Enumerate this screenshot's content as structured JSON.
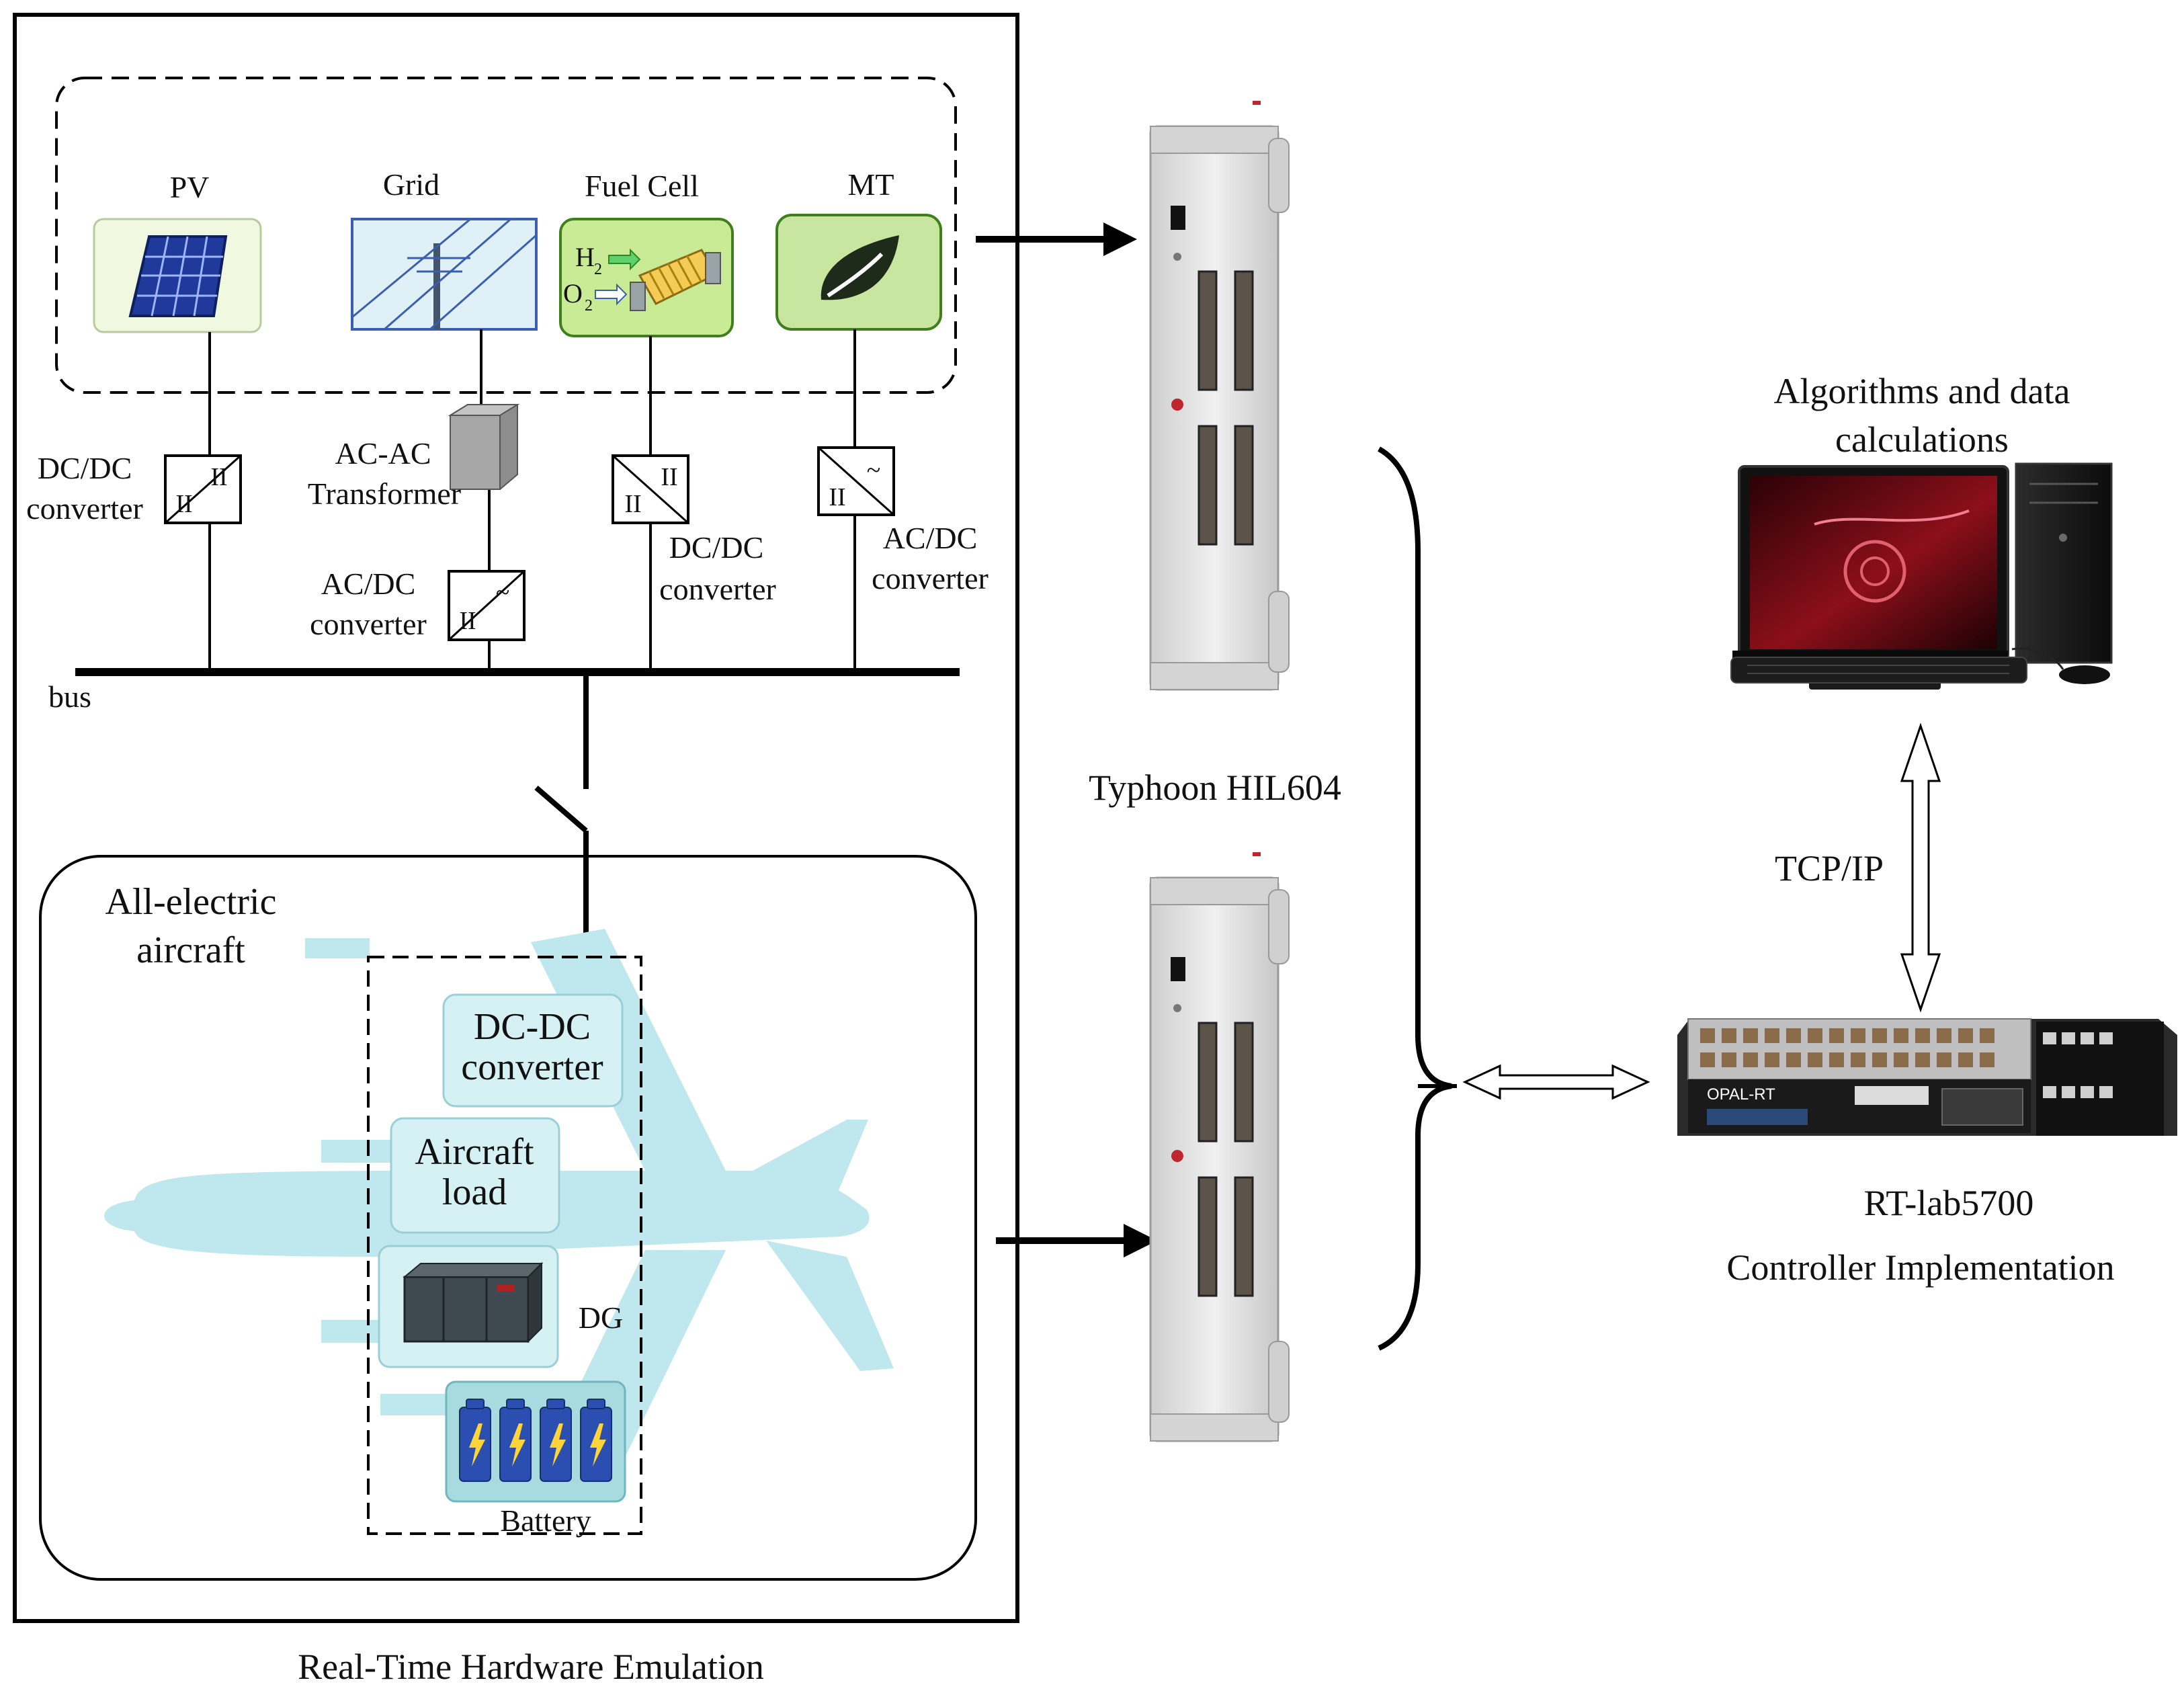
{
  "sources": {
    "pv": "PV",
    "grid": "Grid",
    "fuel_cell": "Fuel Cell",
    "mt": "MT",
    "h2": "H",
    "h2_sub": "2",
    "o2": "O",
    "o2_sub": "2"
  },
  "converters": {
    "pv_dcdc_line1": "DC/DC",
    "pv_dcdc_line2": "converter",
    "acac_line1": "AC-AC",
    "acac_line2": "Transformer",
    "grid_acdc_line1": "AC/DC",
    "grid_acdc_line2": "converter",
    "fc_dcdc_line1": "DC/DC",
    "fc_dcdc_line2": "converter",
    "mt_acdc_line1": "AC/DC",
    "mt_acdc_line2": "converter"
  },
  "bus_label": "bus",
  "aircraft": {
    "title_line1": "All-electric",
    "title_line2": "aircraft",
    "dcdc_line1": "DC-DC",
    "dcdc_line2": "converter",
    "load_line1": "Aircraft",
    "load_line2": "load",
    "dg": "DG",
    "battery": "Battery"
  },
  "emulation_caption": "Real-Time Hardware Emulation",
  "typhoon_label": "Typhoon HIL604",
  "pc_label_line1": "Algorithms and data",
  "pc_label_line2": "calculations",
  "tcpip_label": "TCP/IP",
  "rtlab_label": "RT-lab5700",
  "controller_label": "Controller Implementation",
  "colors": {
    "aircraft_silhouette": "#bfe7ee",
    "box_fill": "#d6f1f4",
    "pv_fill": "#f1f8e0",
    "grid_fill": "#dff1f7",
    "fuel_cell_fill": "#c9eb96",
    "mt_fill": "#c9e6a0",
    "hil_body": "#e6e6e6",
    "monitor_screen": "#7a0a14"
  }
}
